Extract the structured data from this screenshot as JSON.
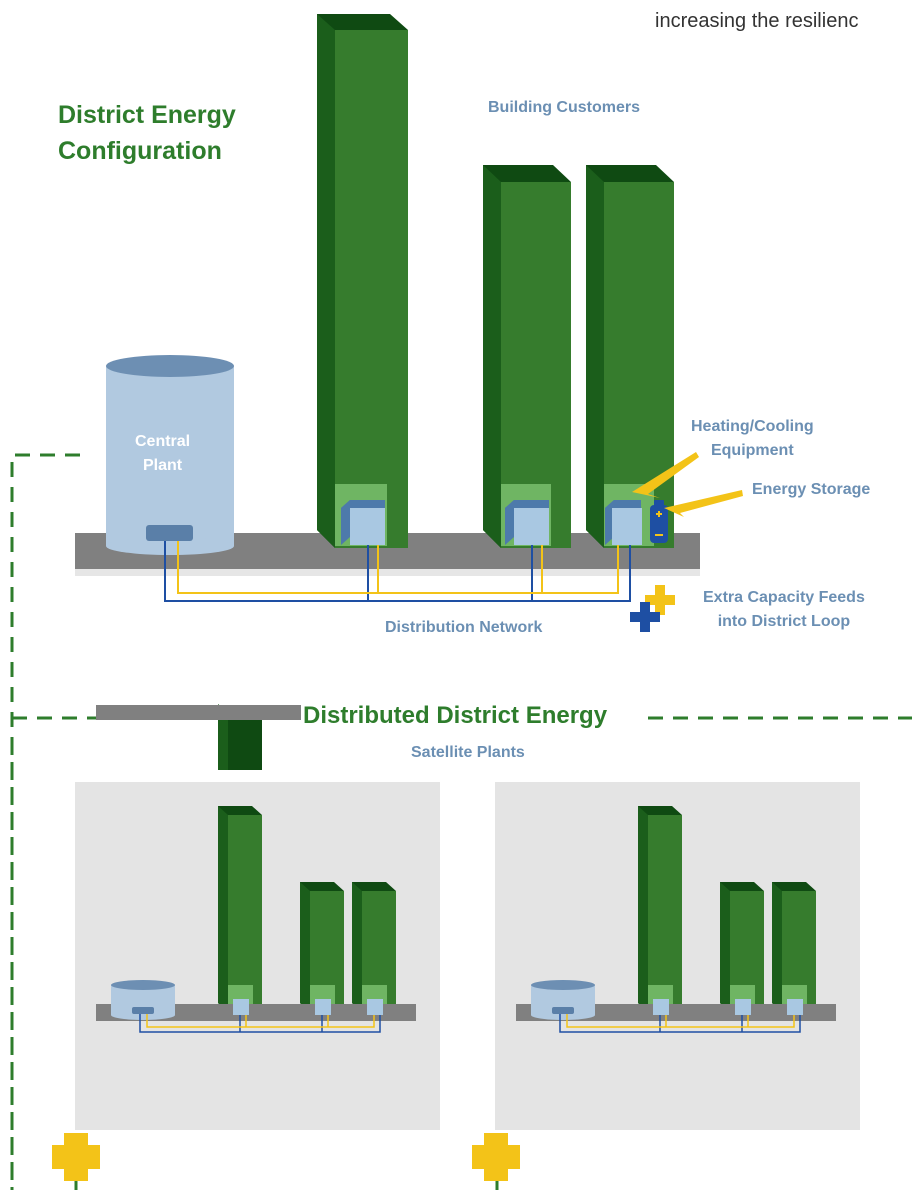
{
  "top_text": "increasing the resilienc",
  "title": {
    "line1": "District Energy",
    "line2": "Configuration"
  },
  "labels": {
    "building_customers": "Building Customers",
    "central_plant_1": "Central",
    "central_plant_2": "Plant",
    "heating_cooling_1": "Heating/Cooling",
    "heating_cooling_2": "Equipment",
    "energy_storage": "Energy Storage",
    "extra_capacity_1": "Extra Capacity Feeds",
    "extra_capacity_2": "into District Loop",
    "distribution_network": "Distribution Network",
    "distributed_title": "Distributed District Energy",
    "satellite_plants": "Satellite Plants"
  },
  "colors": {
    "building_front": "#367c2d",
    "building_side": "#1b5e1b",
    "building_top": "#0f4a12",
    "plant": "#b1c9e0",
    "plant_top": "#6d8fb3",
    "base": "#808080",
    "blue_line": "#1e4fa3",
    "yellow_line": "#f3c318",
    "dashed_green": "#2e7d2c",
    "panel": "#e4e4e4"
  }
}
